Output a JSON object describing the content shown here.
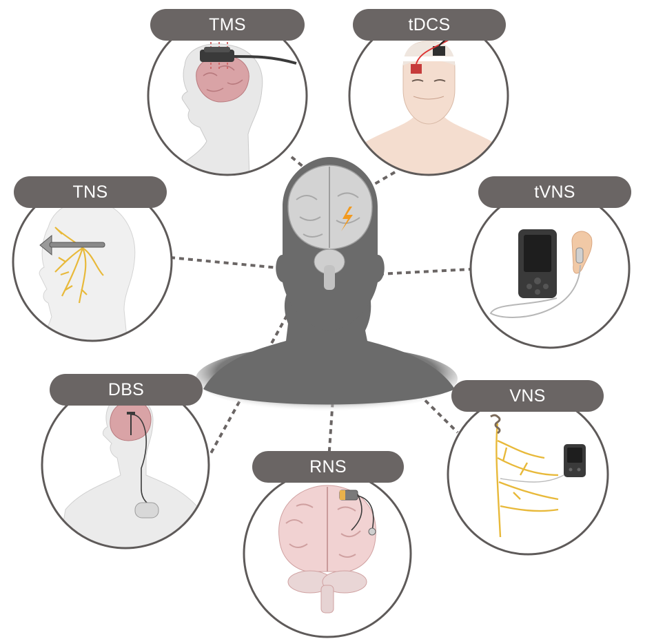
{
  "labels": {
    "tms": "TMS",
    "tdcs": "tDCS",
    "tns": "TNS",
    "tvns": "tVNS",
    "dbs": "DBS",
    "vns": "VNS",
    "rns": "RNS"
  },
  "colors": {
    "pill": "#6a6564",
    "pill_text": "#ffffff",
    "circle_border": "#5e5a59",
    "connector": "#6a6564",
    "central_head": "#6b6b6b",
    "brain_pink": "#d9a3a6",
    "brain_gray": "#d3d3d3",
    "nerve_yellow": "#e8b93a",
    "skin": "#f4ddcf",
    "body_gray": "#e7e7e7",
    "device_dark": "#3a3a3a"
  },
  "icons": [
    "central-head-icon",
    "lightning-icon",
    "tms-coil-icon",
    "tdcs-electrode-icon",
    "tns-stimulator-icon",
    "tvns-device-icon",
    "dbs-pulse-generator-icon",
    "vns-device-icon",
    "rns-implant-icon"
  ]
}
